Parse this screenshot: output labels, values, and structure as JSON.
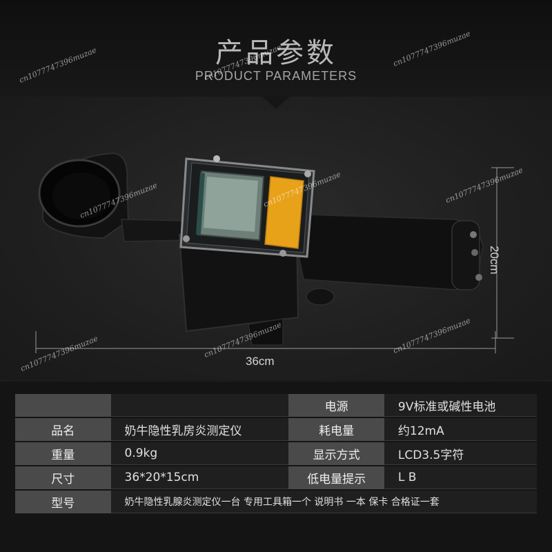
{
  "header": {
    "title_cn": "产品参数",
    "title_en": "PRODUCT PARAMETERS"
  },
  "dimensions": {
    "width_label": "36cm",
    "height_label": "20cm"
  },
  "watermark_text": "cn1077747396muzae",
  "params": {
    "row1": {
      "label_right": "电源",
      "value_right": "9V标准或碱性电池"
    },
    "row2": {
      "label_left": "品名",
      "value_left": "奶牛隐性乳房炎测定仪",
      "label_right": "耗电量",
      "value_right": "约12mA"
    },
    "row3": {
      "label_left": "重量",
      "value_left": "0.9kg",
      "label_right": "显示方式",
      "value_right": "LCD3.5字符"
    },
    "row4": {
      "label_left": "尺寸",
      "value_left": "36*20*15cm",
      "label_right": "低电量提示",
      "value_right": "L B"
    },
    "row5": {
      "label_left": "型号",
      "value_left": "奶牛隐性乳腺炎测定仪一台  专用工具箱一个  说明书  一本  保卡  合格证一套"
    }
  },
  "colors": {
    "background": "#1c1c1c",
    "label_cell": "#4a4a4a",
    "display_amber": "#e8a21a",
    "lcd_green": "#8fa39a"
  }
}
